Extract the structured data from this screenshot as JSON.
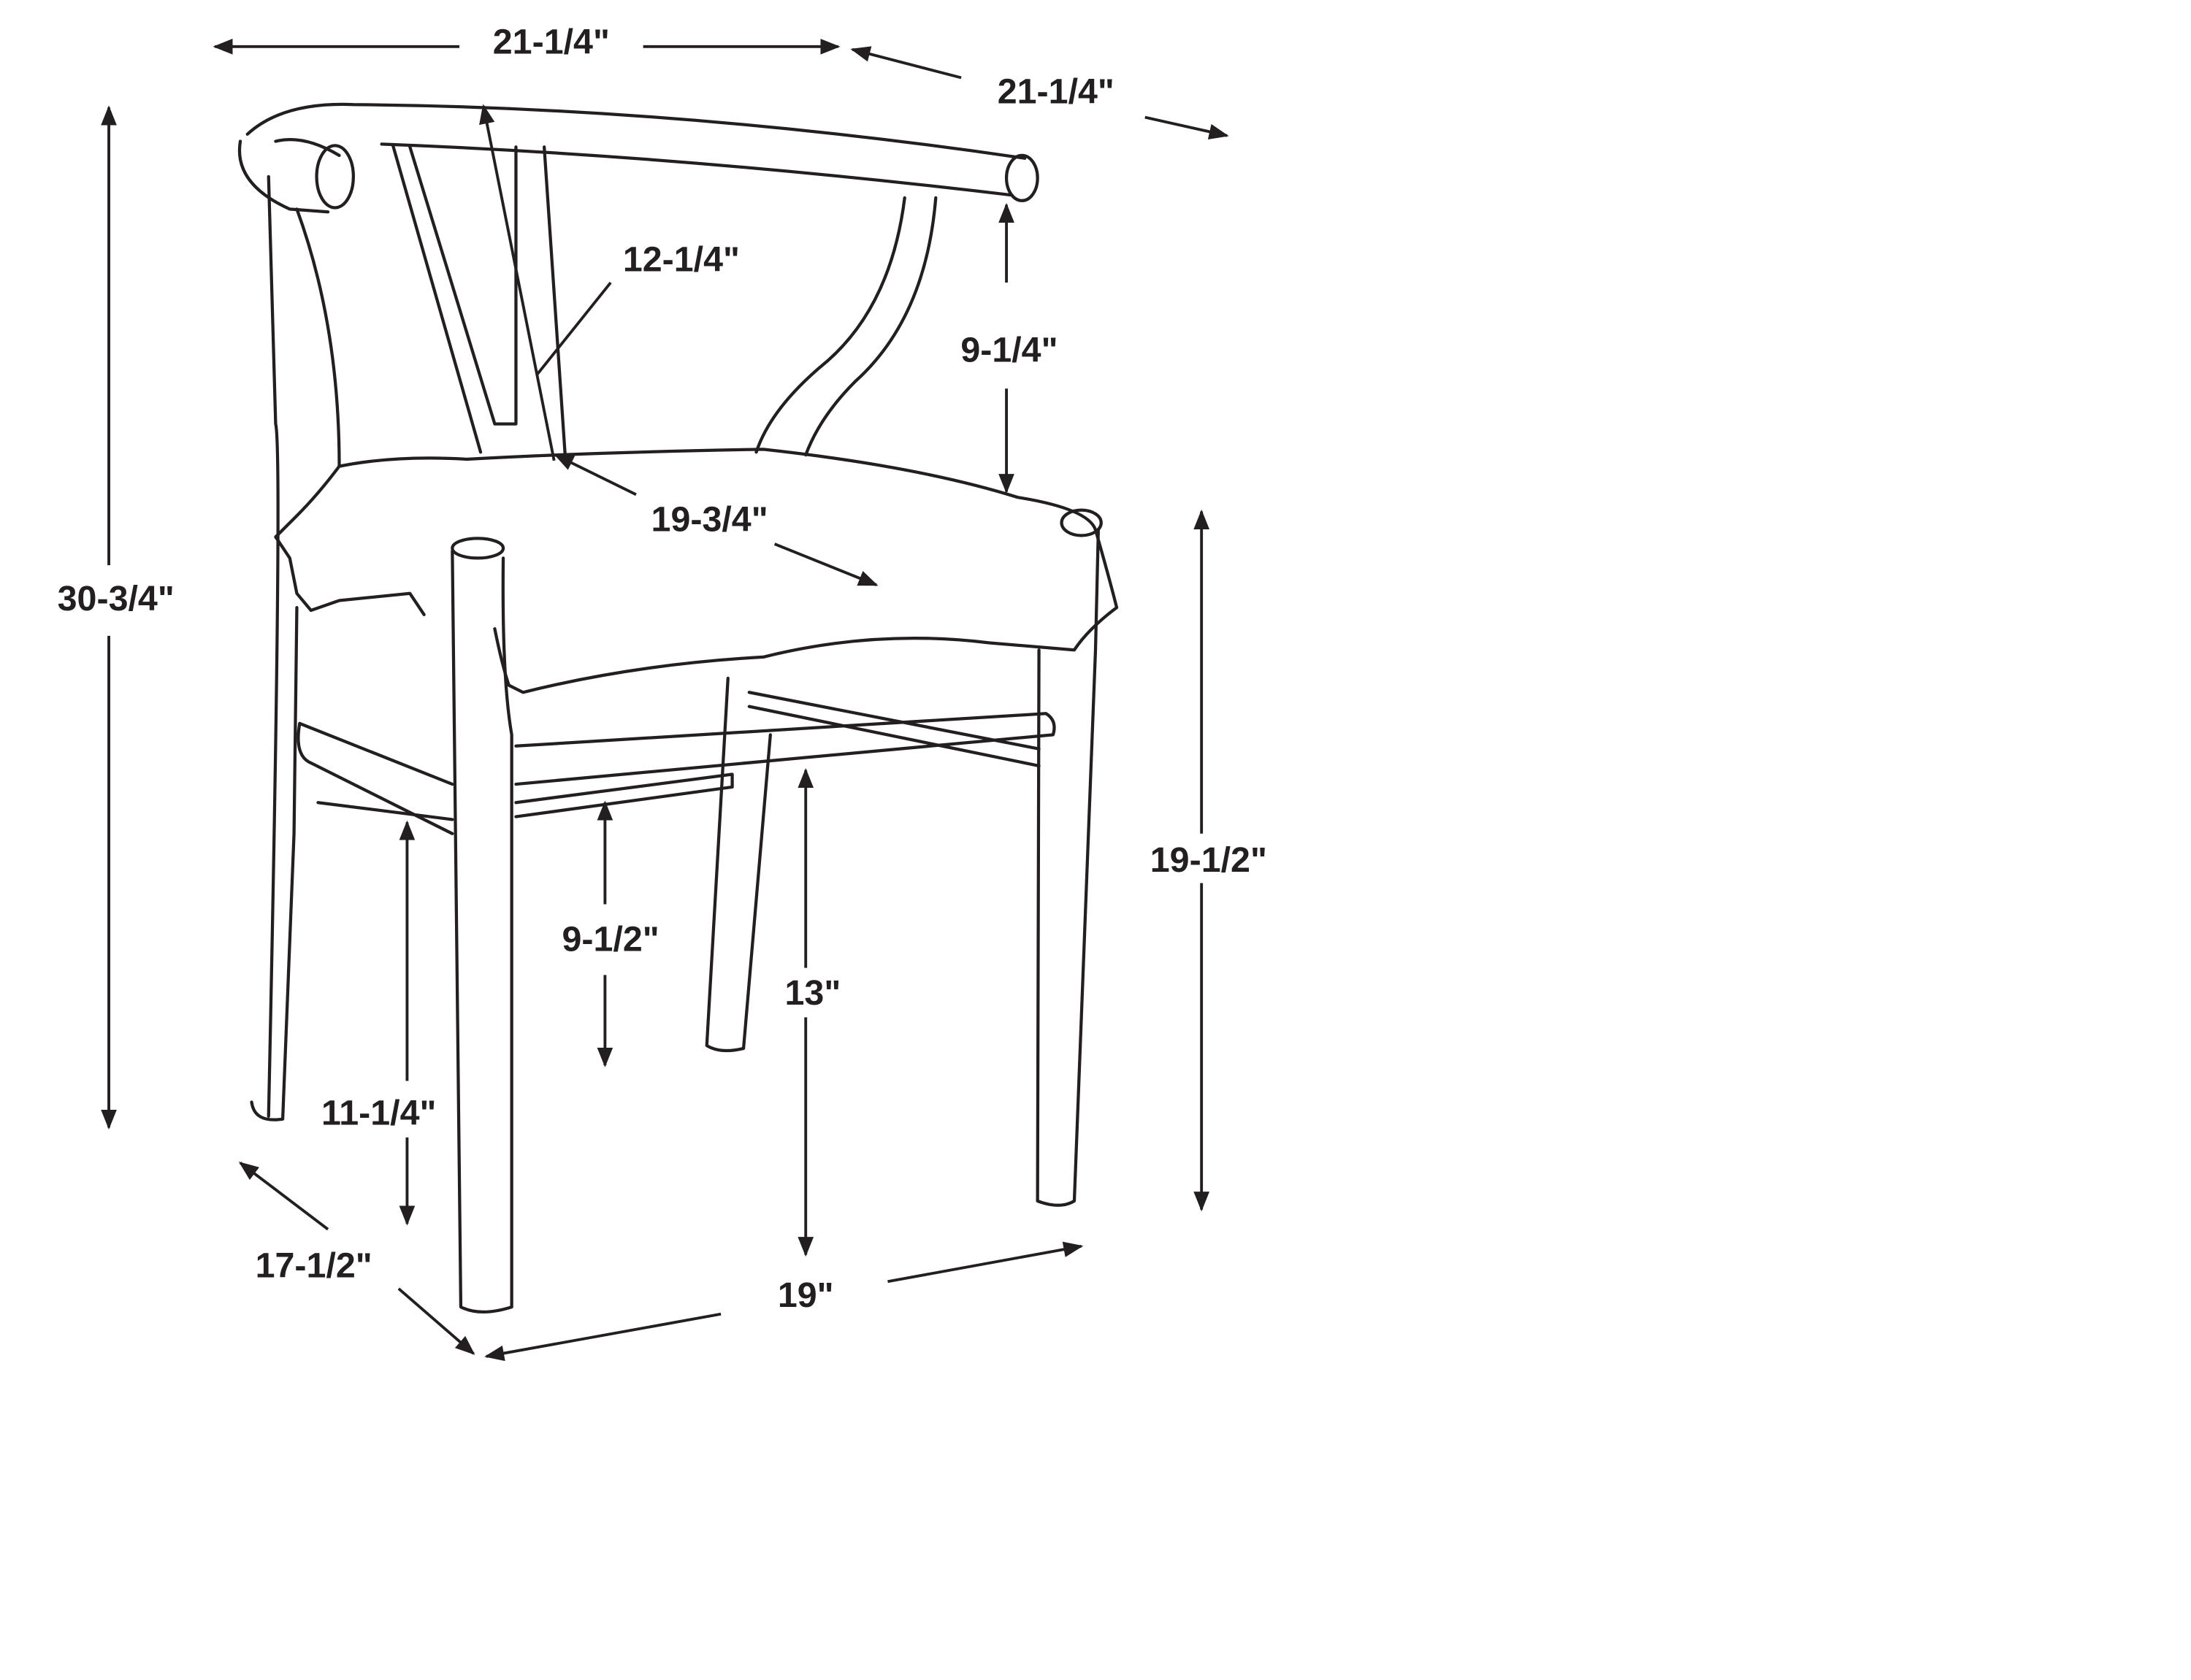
{
  "diagram": {
    "subject": "chair",
    "dimensions": {
      "overall_width_top": "21-1/4\"",
      "overall_depth_top": "21-1/4\"",
      "overall_height": "30-3/4\"",
      "backrest_height": "12-1/4\"",
      "arm_height_above_seat": "9-1/4\"",
      "seat_depth": "19-3/4\"",
      "seat_height": "19-1/2\"",
      "front_stretcher_height": "9-1/2\"",
      "side_stretcher_height": "13\"",
      "rear_stretcher_height": "11-1/4\"",
      "leg_depth": "17-1/2\"",
      "leg_width": "19\""
    },
    "colors": {
      "line": "#231f20",
      "background": "#ffffff"
    }
  }
}
